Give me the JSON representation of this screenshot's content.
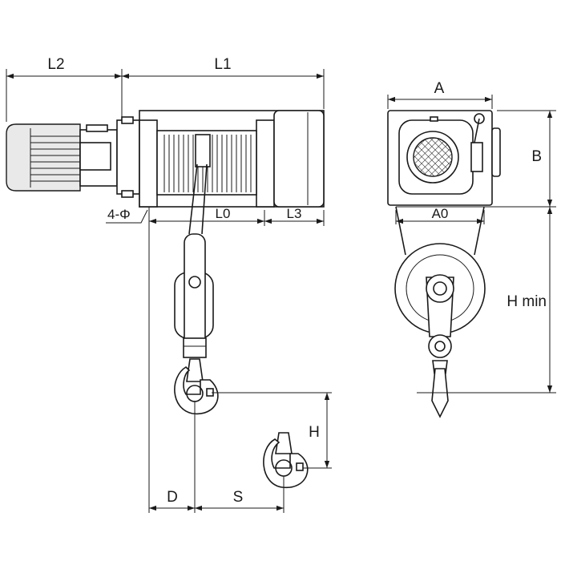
{
  "dimensions": {
    "L2": "L2",
    "L1": "L1",
    "L0": "L0",
    "L3": "L3",
    "mount": "4-Φ",
    "A": "A",
    "B": "B",
    "A0": "A0",
    "Hmin": "H min",
    "H": "H",
    "D": "D",
    "S": "S"
  }
}
